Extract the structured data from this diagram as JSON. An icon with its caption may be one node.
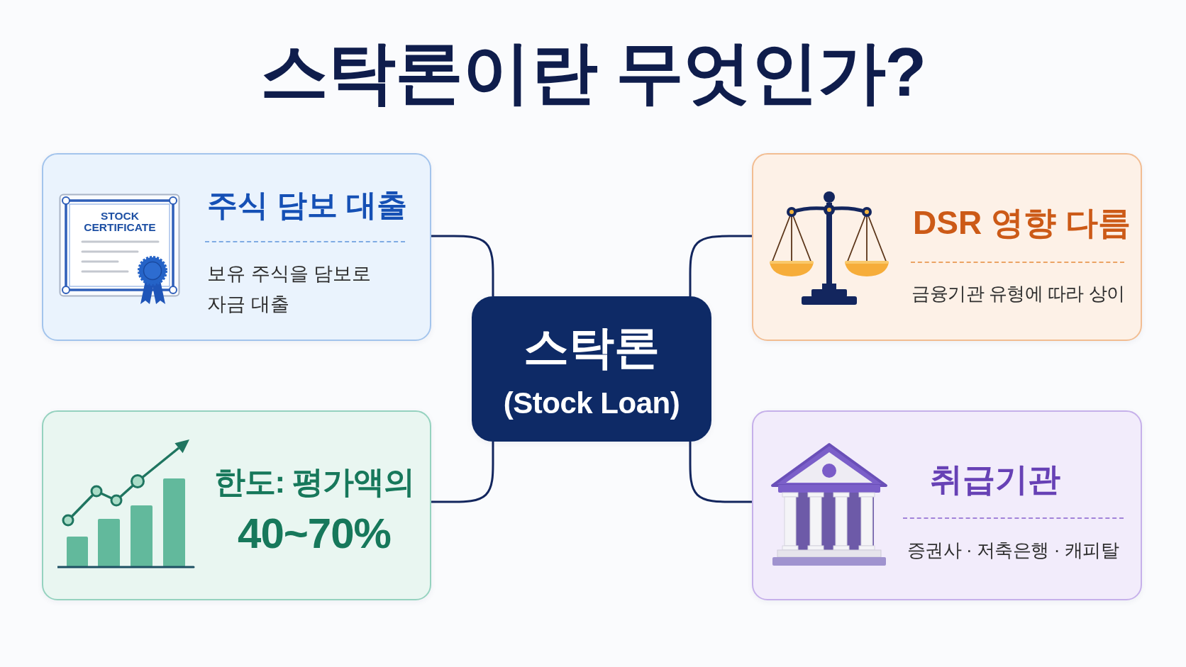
{
  "diagram": {
    "title": "스탁론이란 무엇인가?",
    "nodes": [
      {
        "text": [
          "주식 담보 대출",
          "보유 주식을 담보로 자금 대출"
        ]
      },
      {
        "text": [
          "DSR 영향 다름",
          "금융기관 유형에 따라 상이"
        ]
      },
      {
        "text": [
          "스탁론",
          "(Stock Loan)"
        ]
      },
      {
        "text": [
          "한도: 평가액의",
          "40~70%"
        ]
      },
      {
        "text": [
          "취급기관",
          "증권사 · 저축은행 · 캐피탈"
        ]
      }
    ],
    "edges": [
      {
        "from": 2,
        "to": 0,
        "arrow": "none"
      },
      {
        "from": 2,
        "to": 1,
        "arrow": "none"
      },
      {
        "from": 2,
        "to": 3,
        "arrow": "none"
      },
      {
        "from": 2,
        "to": 4,
        "arrow": "none"
      }
    ],
    "labels": [
      "STOCK CERTIFICATE"
    ]
  }
}
